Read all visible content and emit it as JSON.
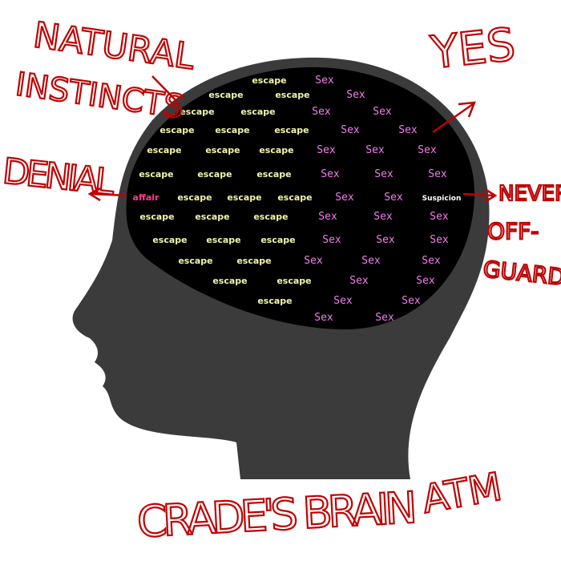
{
  "annotations": {
    "natural_instincts_1": "NATURAL",
    "natural_instincts_2": "INSTINCTS",
    "denial": "DENIAL",
    "yes": "YES",
    "never_1": "NEVER",
    "never_2": "OFF-",
    "never_3": "GUARD",
    "caption": "CRADE'S BRAIN",
    "atm": "ATM"
  },
  "brain": {
    "rows": [
      [
        "escape",
        "Sex"
      ],
      [
        "escape",
        "escape",
        "Sex"
      ],
      [
        "escape",
        "escape",
        "Sex",
        "Sex"
      ],
      [
        "escape",
        "escape",
        "escape",
        "Sex",
        "Sex"
      ],
      [
        "escape",
        "escape",
        "escape",
        "Sex",
        "Sex",
        "Sex"
      ],
      [
        "escape",
        "escape",
        "escape",
        "Sex",
        "Sex",
        "Sex"
      ],
      [
        "affair",
        "escape",
        "escape",
        "escape",
        "Sex",
        "Sex",
        "Suspicion"
      ],
      [
        "escape",
        "escape",
        "escape",
        "Sex",
        "Sex",
        "Sex"
      ],
      [
        "escape",
        "escape",
        "escape",
        "Sex",
        "Sex",
        "Sex"
      ],
      [
        "escape",
        "escape",
        "Sex",
        "Sex",
        "Sex"
      ],
      [
        "escape",
        "escape",
        "Sex",
        "Sex"
      ],
      [
        "escape",
        "Sex",
        "Sex"
      ],
      [
        "Sex",
        "Sex"
      ]
    ]
  },
  "colors": {
    "head": "#3b3b3b",
    "brain": "#000000",
    "ink": "#c00000"
  }
}
